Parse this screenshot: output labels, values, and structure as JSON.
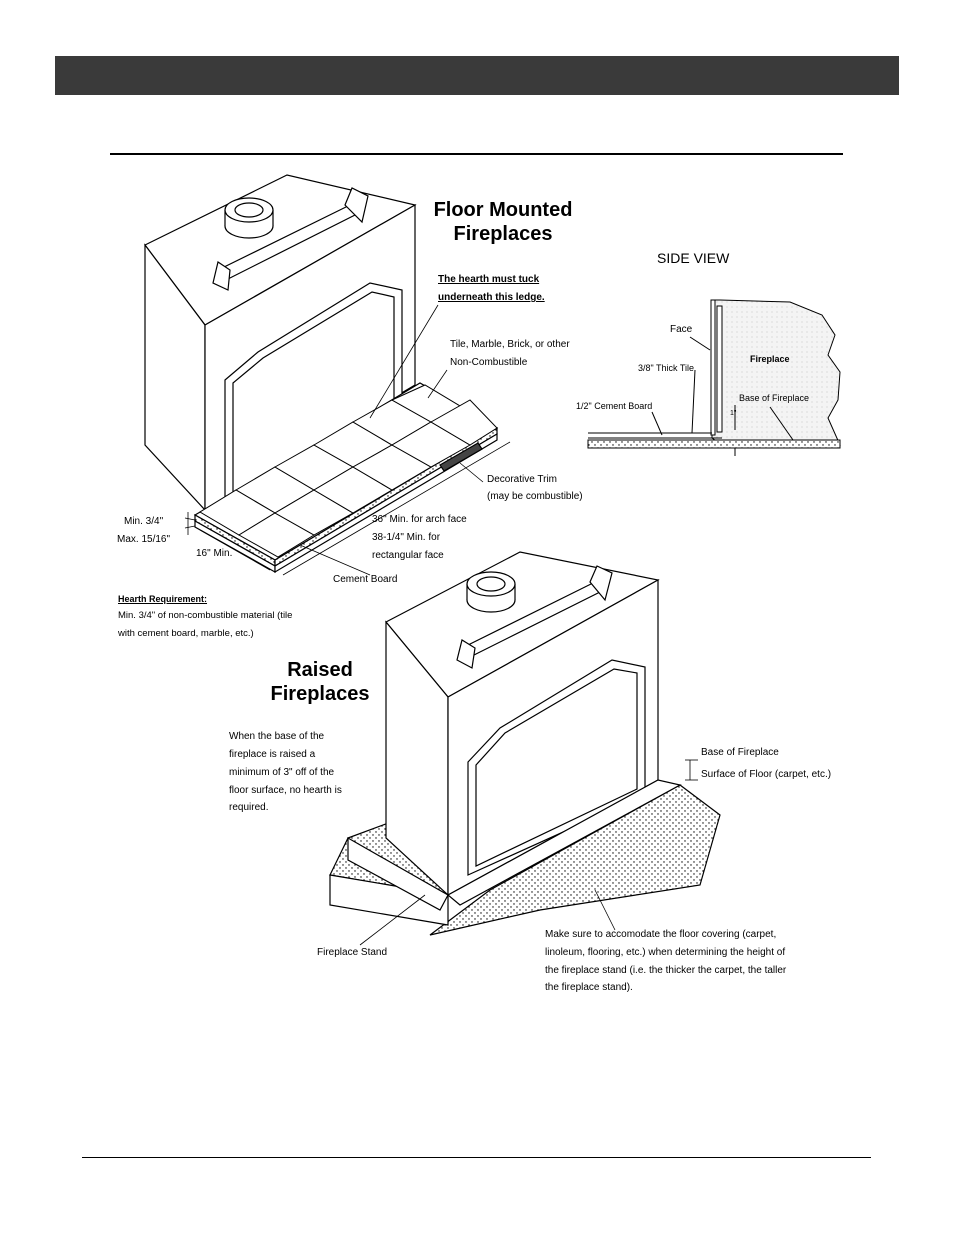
{
  "floor": {
    "title_line1": "Floor Mounted",
    "title_line2": "Fireplaces",
    "tuck_line1": "The hearth must tuck",
    "tuck_line2": "underneath this ledge.",
    "tile_line1": "Tile, Marble, Brick, or other",
    "tile_line2": "Non-Combustible",
    "trim_line1": "Decorative Trim",
    "trim_line2": "(may be combustible)",
    "arch_line1": "36\" Min. for arch face",
    "arch_line2": "38-1/4\" Min. for",
    "arch_line3": "rectangular face",
    "min_thick": "Min. 3/4\"",
    "max_thick": "Max. 15/16\"",
    "depth_min": "16\" Min.",
    "cement_board": "Cement Board"
  },
  "side_view": {
    "title": "SIDE VIEW",
    "face": "Face",
    "fireplace": "Fireplace",
    "tile": "3/8\" Thick Tile",
    "base": "Base of Fireplace",
    "cement": "1/2\" Cement Board",
    "gap": "1\""
  },
  "hearth_req": {
    "heading": "Hearth Requirement:",
    "line1": "Min. 3/4\" of non-combustible material (tile",
    "line2": "with cement board, marble, etc.)"
  },
  "raised": {
    "title_line1": "Raised",
    "title_line2": "Fireplaces",
    "note": [
      "When the base of the",
      "fireplace is raised a",
      "minimum of 3\" off of the",
      "floor surface, no hearth is",
      "required."
    ],
    "base": "Base of Fireplace",
    "surface": "Surface of Floor (carpet, etc.)",
    "stand": "Fireplace Stand",
    "floor_note": [
      "Make sure to accomodate the floor covering (carpet,",
      "linoleum, flooring, etc.) when determining the height of",
      "the fireplace stand (i.e. the thicker the carpet, the taller",
      "the fireplace stand)."
    ]
  }
}
